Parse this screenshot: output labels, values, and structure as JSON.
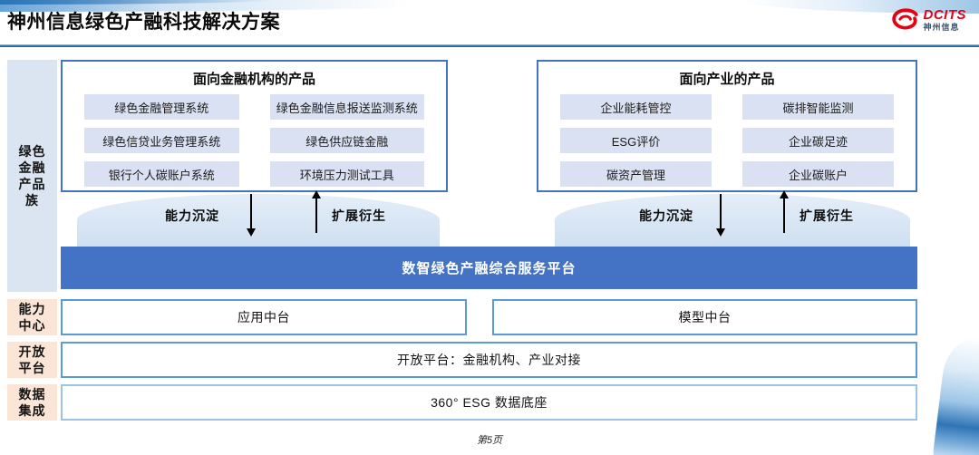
{
  "header": {
    "title": "神州信息绿色产融科技解决方案",
    "logo": {
      "brand": "DCITS",
      "brand_cn": "神州信息",
      "icon": "dcits-swirl-icon",
      "color": "#e60012"
    }
  },
  "sidebar": {
    "blocks": [
      {
        "label": "绿色金融产品族",
        "lines": [
          "绿色",
          "金融",
          "产品",
          "族"
        ],
        "color": "#dbe5f2"
      },
      {
        "label": "能力中心",
        "lines": [
          "能力",
          "中心"
        ],
        "color": "#fbe5d6"
      },
      {
        "label": "开放平台",
        "lines": [
          "开放",
          "平台"
        ],
        "color": "#fbe5d6"
      },
      {
        "label": "数据集成",
        "lines": [
          "数据",
          "集成"
        ],
        "color": "#fbe5d6"
      }
    ]
  },
  "product_groups": [
    {
      "title": "面向金融机构的产品",
      "items": [
        "绿色金融管理系统",
        "绿色金融信息报送监测系统",
        "绿色信贷业务管理系统",
        "绿色供应链金融",
        "银行个人碳账户系统",
        "环境压力测试工具"
      ]
    },
    {
      "title": "面向产业的产品",
      "items": [
        "企业能耗管控",
        "碳排智能监测",
        "ESG评价",
        "企业碳足迹",
        "碳资产管理",
        "企业碳账户"
      ]
    }
  ],
  "arrows": {
    "down_label": "能力沉淀",
    "up_label": "扩展衍生"
  },
  "platform": {
    "label": "数智绿色产融综合服务平台",
    "color": "#4472c4"
  },
  "capability_row": {
    "items": [
      "应用中台",
      "模型中台"
    ]
  },
  "open_platform_row": {
    "label": "开放平台：金融机构、产业对接"
  },
  "data_row": {
    "label": "360° ESG 数据底座"
  },
  "footer": {
    "page": "第5页"
  },
  "colors": {
    "platform_blue": "#4472c4",
    "chip_bg": "#d9e1f2",
    "sidebar_blue": "#dbe5f2",
    "sidebar_peach": "#fbe5d6",
    "box_border": "#4472c4",
    "row_border": "#5b9bd5",
    "rule_blue": "#2e75b6",
    "logo_red": "#e60012"
  }
}
